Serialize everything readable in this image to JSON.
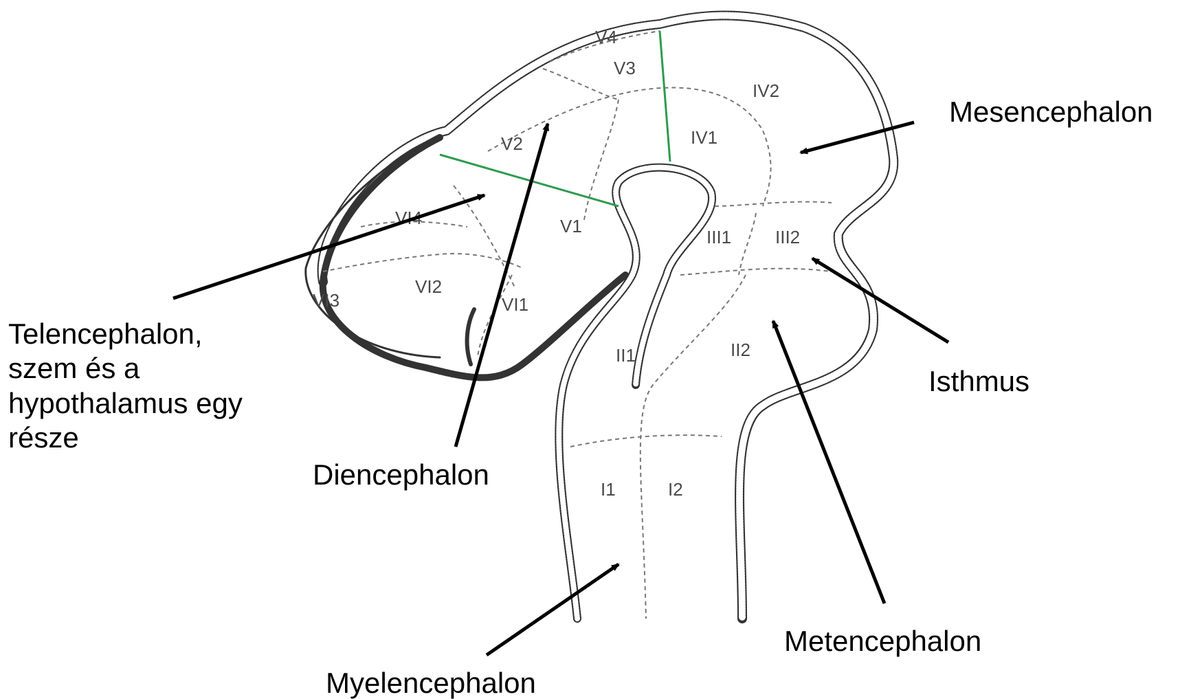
{
  "colors": {
    "outline": "#333333",
    "dashed": "#777777",
    "green_boundary": "#2e9b4e",
    "arrow": "#000000",
    "label_text": "#4a4a4a"
  },
  "callouts": {
    "mesencephalon": "Mesencephalon",
    "telencephalon": [
      "Telencephalon,",
      "szem és a",
      "hypothalamus egy",
      "része"
    ],
    "diencephalon": "Diencephalon",
    "isthmus": "Isthmus",
    "metencephalon": "Metencephalon",
    "myelencephalon": "Myelencephalon"
  },
  "region_labels": {
    "v4": "V4",
    "v3": "V3",
    "v2": "V2",
    "v1": "V1",
    "iv1": "IV1",
    "iv2": "IV2",
    "vi1": "VI1",
    "vi2": "VI2",
    "vi3": "VI3",
    "vi4": "VI4",
    "iii1": "III1",
    "iii2": "III2",
    "ii1": "II1",
    "ii2": "II2",
    "i1": "I1",
    "i2": "I2"
  }
}
